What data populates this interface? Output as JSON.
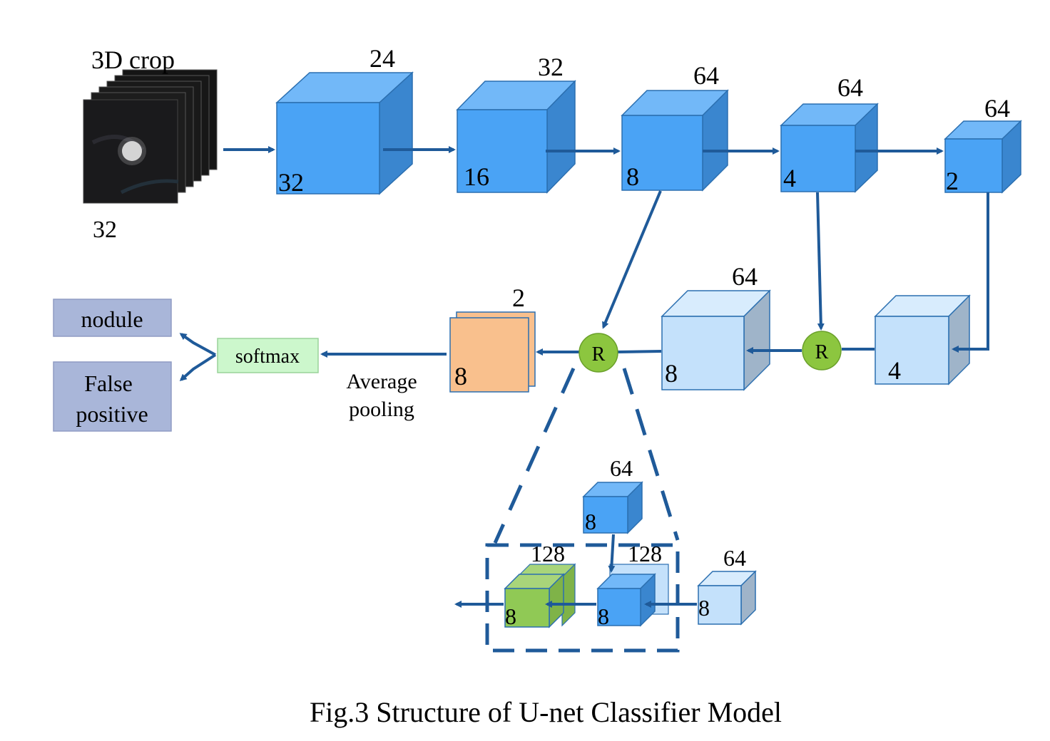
{
  "colors": {
    "arrow": "#1f5a99",
    "cube_front": "#4aa3f5",
    "cube_top": "#72b8f8",
    "cube_side": "#3a86cf",
    "cube_edge": "#2b6fb0",
    "light_front": "#c4e1fb",
    "light_top": "#d8ecfd",
    "light_side": "#9fb4c9",
    "orange": "#f9c08d",
    "green_cube": "#90c955",
    "green_cube_top": "#a8d57a",
    "circle_green": "#8cc63f",
    "label_box": "#a9b6d9",
    "softmax_box": "#ccf7cc"
  },
  "input": {
    "title": "3D crop",
    "size_label": "32"
  },
  "encoder": [
    {
      "channels": "24",
      "size": "32"
    },
    {
      "channels": "32",
      "size": "16"
    },
    {
      "channels": "64",
      "size": "8"
    },
    {
      "channels": "64",
      "size": "4"
    },
    {
      "channels": "64",
      "size": "2"
    }
  ],
  "decoder": [
    {
      "channels": "64",
      "size": "8"
    },
    {
      "channels": "",
      "size": "4"
    }
  ],
  "merge_node_label": "R",
  "pooled": {
    "channels": "2",
    "size": "8"
  },
  "pool_label_line1": "Average",
  "pool_label_line2": "pooling",
  "softmax_label": "softmax",
  "outputs": {
    "nodule": "nodule",
    "false_positive_line1": "False",
    "false_positive_line2": "positive"
  },
  "detail": {
    "top_cube": {
      "channels": "64",
      "size": "8"
    },
    "right_cube": {
      "channels": "64",
      "size": "8"
    },
    "mid_cube": {
      "channels": "128",
      "size": "8"
    },
    "green_cube": {
      "channels": "128",
      "size": "8"
    }
  },
  "caption": "Fig.3 Structure of U-net Classifier Model"
}
